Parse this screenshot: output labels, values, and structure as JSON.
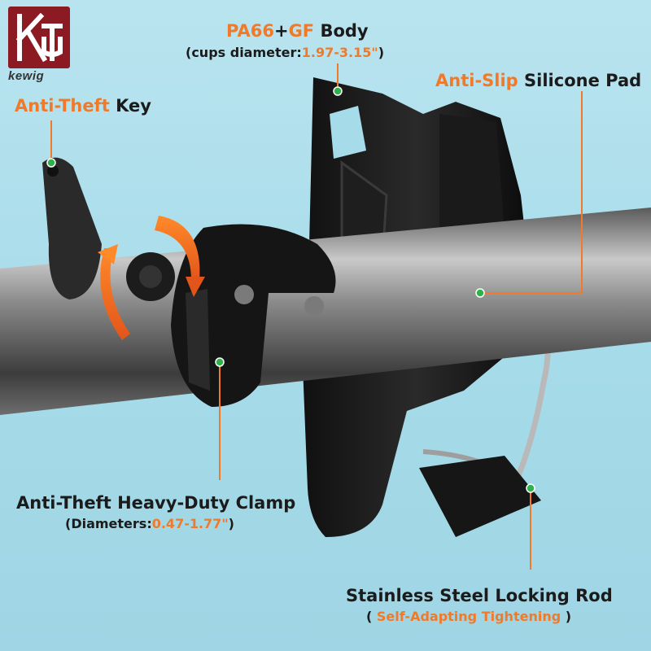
{
  "brand": {
    "name": "kewig",
    "color": "#8b1a22"
  },
  "colors": {
    "accent": "#f07a2a",
    "pointer": "#2db34a",
    "text": "#1b1b1b"
  },
  "labels": {
    "body": {
      "orange": "PA66",
      "plus": "+",
      "orange2": "GF",
      "rest": " Body",
      "sub_prefix": "(cups diameter:",
      "sub_value": "1.97-3.15\"",
      "sub_suffix": ")"
    },
    "pad": {
      "orange": "Anti-Slip",
      "rest": " Silicone Pad"
    },
    "key": {
      "orange": "Anti-Theft",
      "rest": " Key"
    },
    "clamp": {
      "main": "Anti-Theft Heavy-Duty Clamp",
      "sub_prefix": "(Diameters:",
      "sub_value": "0.47-1.77\"",
      "sub_suffix": ")"
    },
    "rod": {
      "main": "Stainless Steel Locking Rod",
      "sub_prefix": "( ",
      "sub_value": "Self-Adapting Tightening",
      "sub_suffix": " )"
    }
  }
}
